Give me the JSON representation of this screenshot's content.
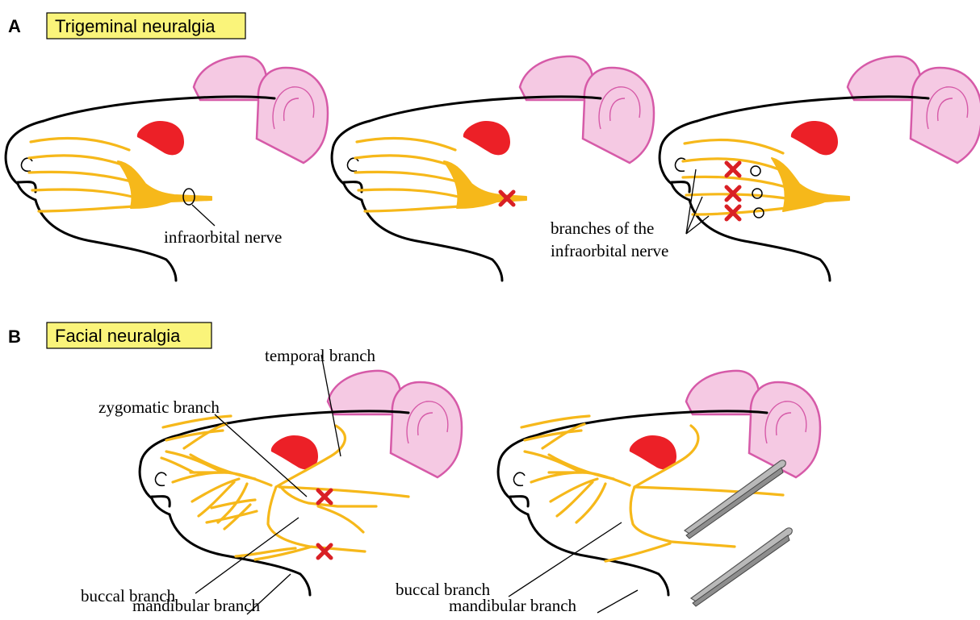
{
  "panel_a": {
    "letter": "A",
    "title": "Trigeminal neuralgia",
    "label_infraorbital": "infraorbital nerve",
    "label_branches_line1": "branches of the",
    "label_branches_line2": "infraorbital nerve"
  },
  "panel_b": {
    "letter": "B",
    "title": "Facial neuralgia",
    "label_temporal": "temporal branch",
    "label_zygomatic": "zygomatic branch",
    "label_buccal": "buccal branch",
    "label_mandibular": "mandibular branch",
    "label_buccal_2": "buccal branch",
    "label_mandibular_2": "mandibular branch"
  },
  "colors": {
    "title_box": "#faf47a",
    "nerve": "#f6b81a",
    "eye": "#ec2027",
    "ear_fill": "#f5c9e3",
    "ear_stroke": "#d65aa8",
    "cut_mark": "#d92025"
  }
}
